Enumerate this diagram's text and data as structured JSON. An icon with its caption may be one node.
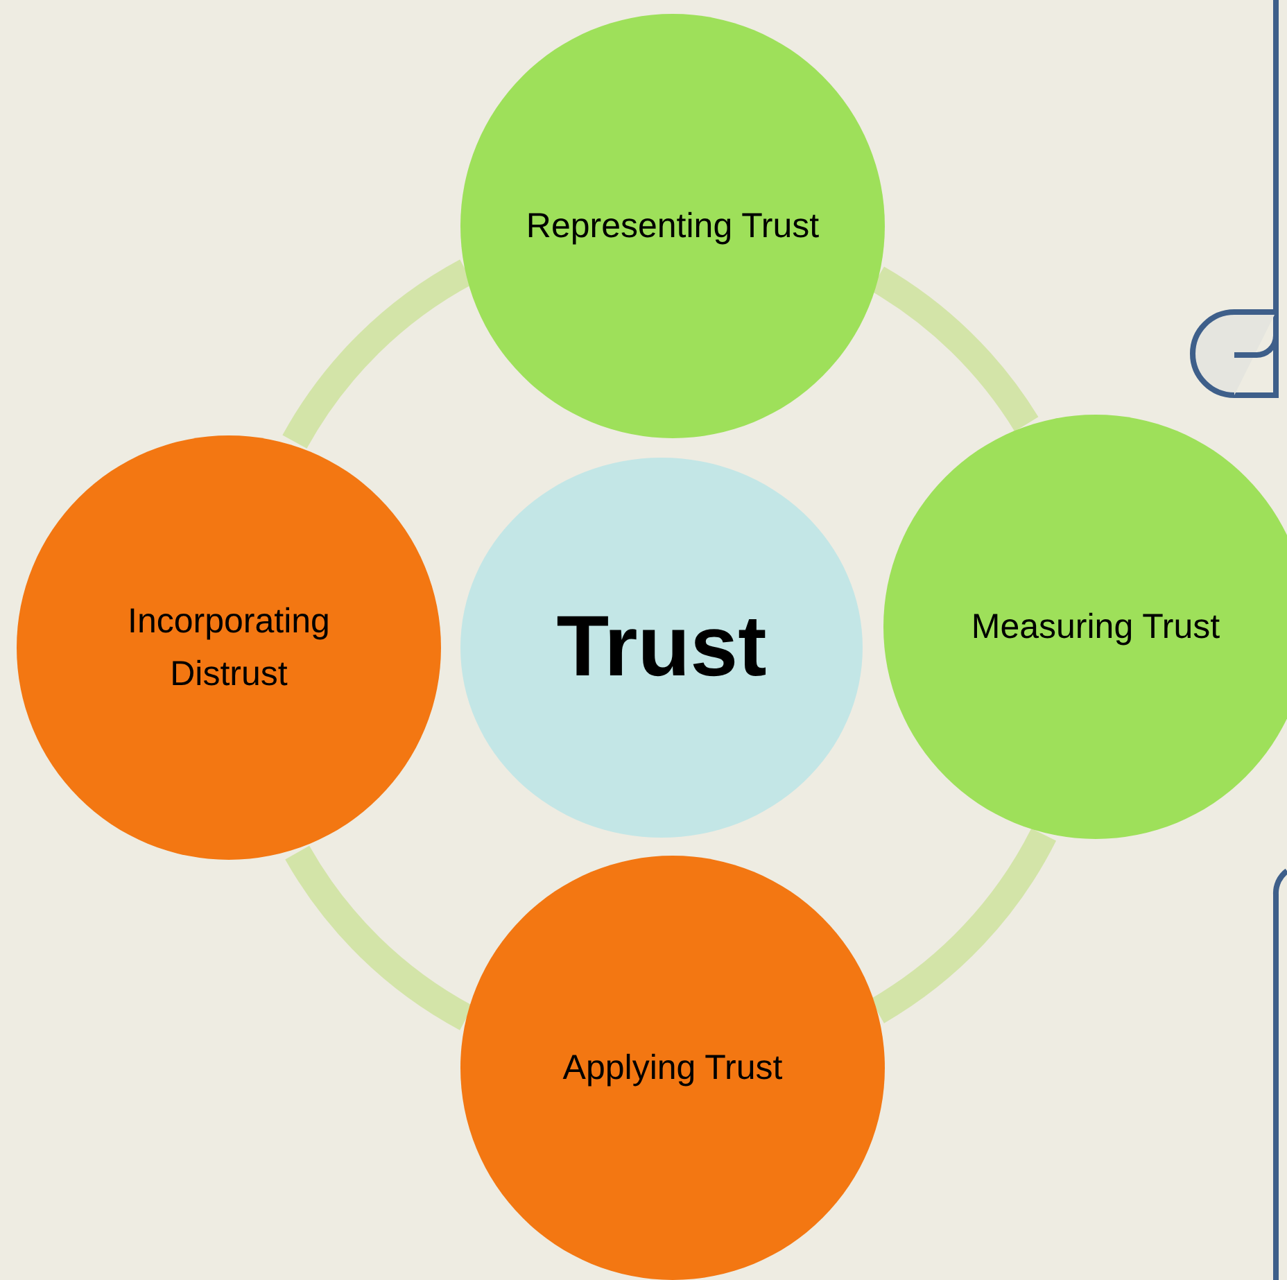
{
  "diagram": {
    "nodes": [
      {
        "text": [
          "Representing Trust"
        ]
      },
      {
        "text": [
          "Incorporating Distrust"
        ]
      },
      {
        "text": [
          "Trust"
        ]
      },
      {
        "text": [
          "Measuring Trust"
        ]
      },
      {
        "text": [
          "Applying Trust"
        ]
      }
    ],
    "edges": [
      {
        "from": 0,
        "to": 3,
        "arrow": "none"
      },
      {
        "from": 3,
        "to": 4,
        "arrow": "none"
      },
      {
        "from": 4,
        "to": 1,
        "arrow": "none"
      },
      {
        "from": 1,
        "to": 0,
        "arrow": "none"
      }
    ]
  }
}
